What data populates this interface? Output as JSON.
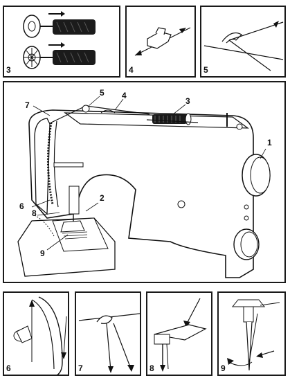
{
  "panels": {
    "p3": {
      "label": "3"
    },
    "p4": {
      "label": "4"
    },
    "p5": {
      "label": "5"
    },
    "p6": {
      "label": "6"
    },
    "p7": {
      "label": "7"
    },
    "p8": {
      "label": "8"
    },
    "p9": {
      "label": "9"
    }
  },
  "main": {
    "callouts": [
      "1",
      "2",
      "3",
      "4",
      "5",
      "6",
      "7",
      "8",
      "9"
    ]
  }
}
